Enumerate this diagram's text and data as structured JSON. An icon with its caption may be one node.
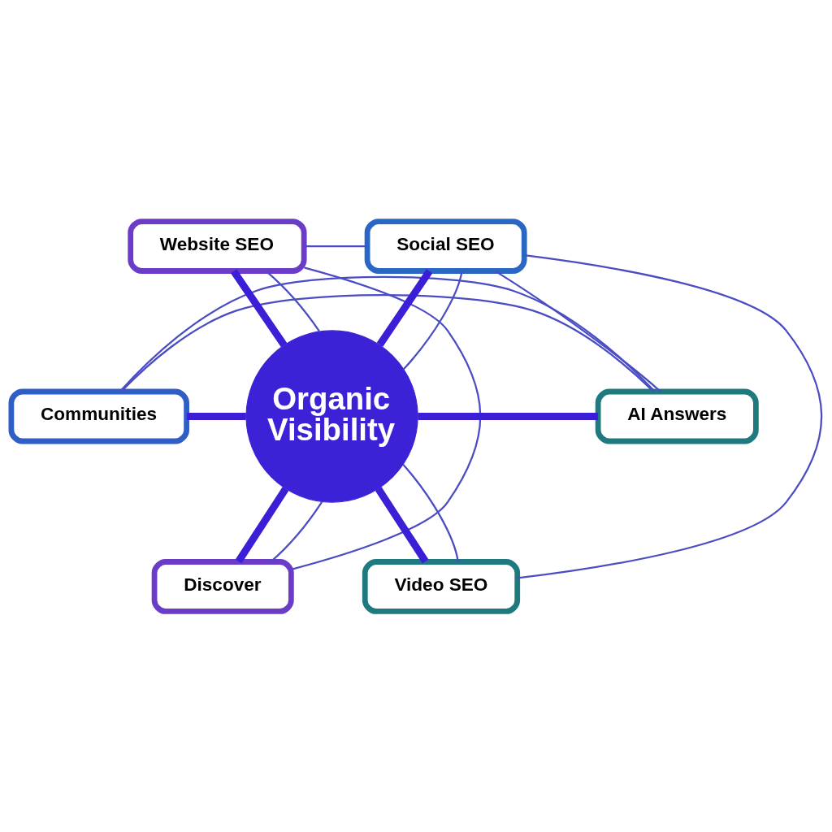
{
  "diagram": {
    "nodes": [
      {
        "text": [
          "Website SEO"
        ]
      },
      {
        "text": [
          "Social SEO"
        ]
      },
      {
        "text": [
          "Communities"
        ]
      },
      {
        "text": [
          "Organic Visibility"
        ]
      },
      {
        "text": [
          "AI Answers"
        ]
      },
      {
        "text": [
          "Discover"
        ]
      },
      {
        "text": [
          "Video SEO"
        ]
      }
    ],
    "edges": [
      {
        "from": 3,
        "to": 0,
        "arrow": "none",
        "style": "thick",
        "color": "#3a1fd6"
      },
      {
        "from": 3,
        "to": 1,
        "arrow": "none",
        "style": "thick",
        "color": "#3a1fd6"
      },
      {
        "from": 3,
        "to": 2,
        "arrow": "none",
        "style": "thick",
        "color": "#3a1fd6"
      },
      {
        "from": 3,
        "to": 4,
        "arrow": "none",
        "style": "thick",
        "color": "#3a1fd6"
      },
      {
        "from": 3,
        "to": 5,
        "arrow": "none",
        "style": "thick",
        "color": "#3a1fd6"
      },
      {
        "from": 3,
        "to": 6,
        "arrow": "none",
        "style": "thick",
        "color": "#3a1fd6"
      },
      {
        "from": 0,
        "to": 1,
        "arrow": "none"
      },
      {
        "from": 0,
        "to": 5,
        "arrow": "none"
      },
      {
        "from": 1,
        "to": 6,
        "arrow": "none"
      },
      {
        "from": 0,
        "to": 3,
        "arrow": "none"
      },
      {
        "from": 1,
        "to": 3,
        "arrow": "none"
      },
      {
        "from": 2,
        "to": 4,
        "arrow": "none"
      },
      {
        "from": 1,
        "to": 4,
        "arrow": "none"
      },
      {
        "from": 2,
        "to": 4,
        "arrow": "none"
      },
      {
        "from": 5,
        "to": 3,
        "arrow": "none"
      },
      {
        "from": 6,
        "to": 3,
        "arrow": "none"
      }
    ]
  }
}
